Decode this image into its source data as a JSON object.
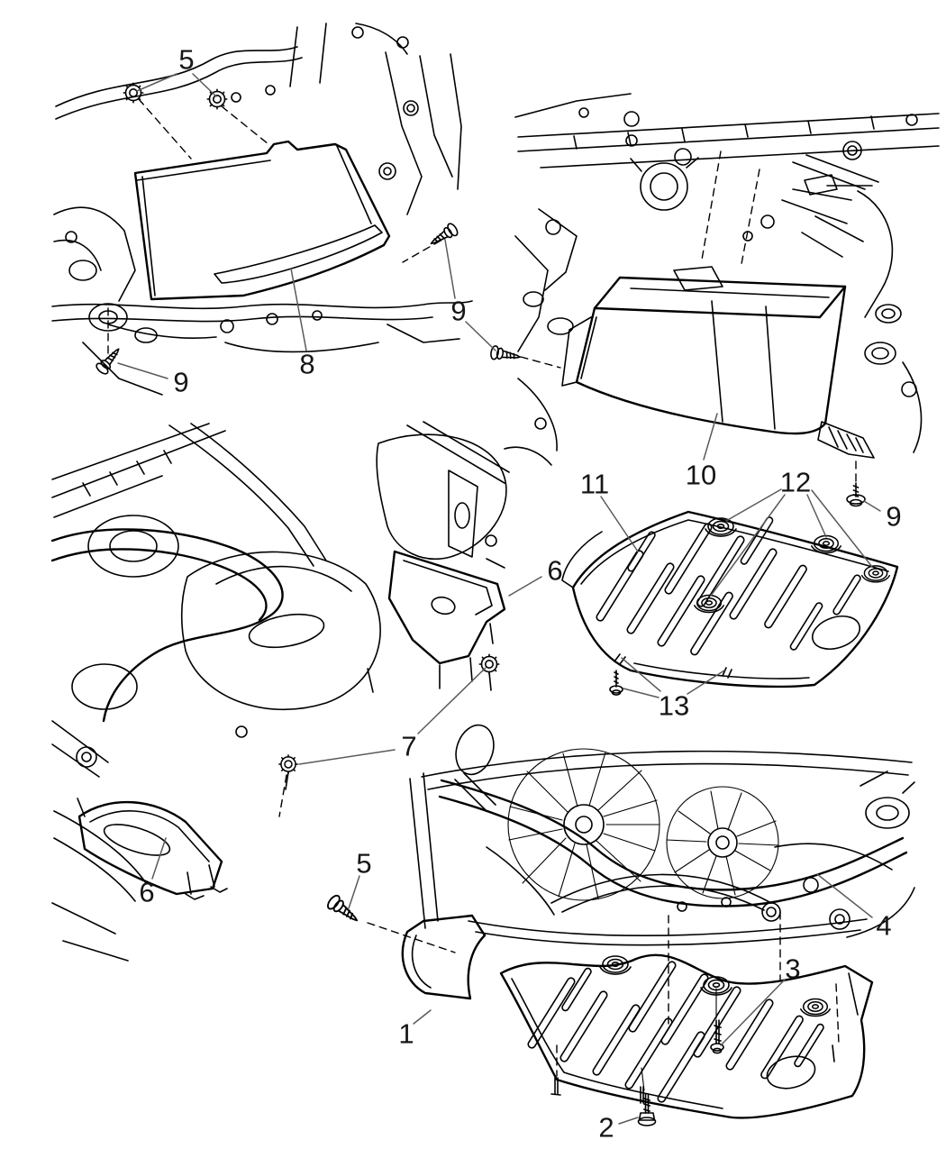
{
  "diagram": {
    "background_color": "#ffffff",
    "line_color": "#000000",
    "leader_line_color": "#5a5a5a"
  },
  "callouts": [
    {
      "label": "5"
    },
    {
      "label": "8"
    },
    {
      "label": "9"
    },
    {
      "label": "9"
    },
    {
      "label": "10"
    },
    {
      "label": "11"
    },
    {
      "label": "12"
    },
    {
      "label": "9"
    },
    {
      "label": "13"
    },
    {
      "label": "6"
    },
    {
      "label": "7"
    },
    {
      "label": "6"
    },
    {
      "label": "5"
    },
    {
      "label": "1"
    },
    {
      "label": "2"
    },
    {
      "label": "3"
    },
    {
      "label": "4"
    }
  ]
}
